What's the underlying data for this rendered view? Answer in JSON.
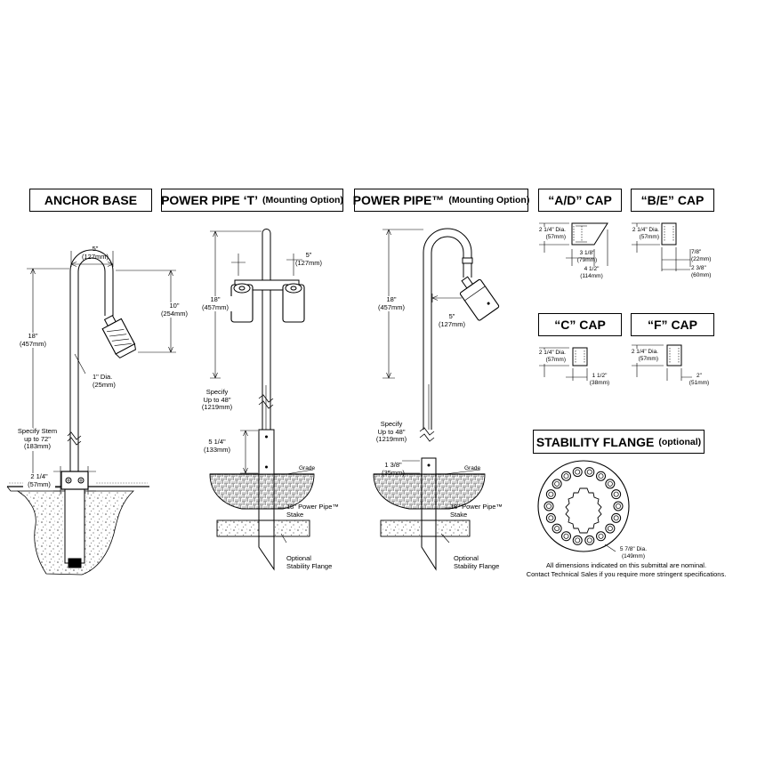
{
  "titles": {
    "anchor_base": "ANCHOR BASE",
    "power_pipe_t": "POWER PIPE ‘T’",
    "power_pipe_t_option": "(Mounting Option)",
    "power_pipe": "POWER PIPE™",
    "power_pipe_option": "(Mounting Option)",
    "ad_cap": "“A/D” CAP",
    "be_cap": "“B/E” CAP",
    "c_cap": "“C” CAP",
    "f_cap": "“F” CAP",
    "stability_flange": "STABILITY FLANGE",
    "stability_flange_option": "(optional)"
  },
  "anchor_base": {
    "top_width": [
      "5\"",
      "(127mm)"
    ],
    "height": [
      "18\"",
      "(457mm)"
    ],
    "drop": [
      "10\"",
      "(254mm)"
    ],
    "dia": [
      "1\" Dia.",
      "(25mm)"
    ],
    "stem": [
      "Specify Stem",
      "up to 72\"",
      "(183mm)"
    ],
    "base": [
      "2 1/4\"",
      "(57mm)"
    ]
  },
  "power_pipe_t": {
    "height": [
      "18\"",
      "(457mm)"
    ],
    "arm": [
      "5\"",
      "(127mm)"
    ],
    "specify": [
      "Specify",
      "Up to 48\"",
      "(1219mm)"
    ],
    "sleeve": [
      "5 1/4\"",
      "(133mm)"
    ],
    "grade": "Grade",
    "stake": [
      "18\" Power Pipe™",
      "Stake"
    ],
    "flange": [
      "Optional",
      "Stability Flange"
    ]
  },
  "power_pipe": {
    "height": [
      "18\"",
      "(457mm)"
    ],
    "arm": [
      "5\"",
      "(127mm)"
    ],
    "specify": [
      "Specify",
      "Up to 48\"",
      "(1219mm)"
    ],
    "sleeve": [
      "1 3/8\"",
      "(35mm)"
    ],
    "grade": "Grade",
    "stake": [
      "18\" Power Pipe™",
      "Stake"
    ],
    "flange": [
      "Optional",
      "Stability Flange"
    ]
  },
  "ad_cap": {
    "dia": [
      "2 1/4\" Dia.",
      "(57mm)"
    ],
    "inner": [
      "3 1/8\"",
      "(79mm)"
    ],
    "outer": [
      "4 1/2\"",
      "(114mm)"
    ]
  },
  "be_cap": {
    "dia": [
      "2 1/4\" Dia.",
      "(57mm)"
    ],
    "inner": [
      "7/8\"",
      "(22mm)"
    ],
    "outer": [
      "2 3/8\"",
      "(60mm)"
    ]
  },
  "c_cap": {
    "dia": [
      "2 1/4\" Dia.",
      "(57mm)"
    ],
    "len": [
      "1 1/2\"",
      "(38mm)"
    ]
  },
  "f_cap": {
    "dia": [
      "2 1/4\" Dia.",
      "(57mm)"
    ],
    "len": [
      "2\"",
      "(51mm)"
    ]
  },
  "stability_flange": {
    "dia": [
      "5 7/8\" Dia.",
      "(149mm)"
    ]
  },
  "footnote": [
    "All dimensions indicated on this submittal are nominal.",
    "Contact Technical Sales if you require more stringent specifications."
  ]
}
